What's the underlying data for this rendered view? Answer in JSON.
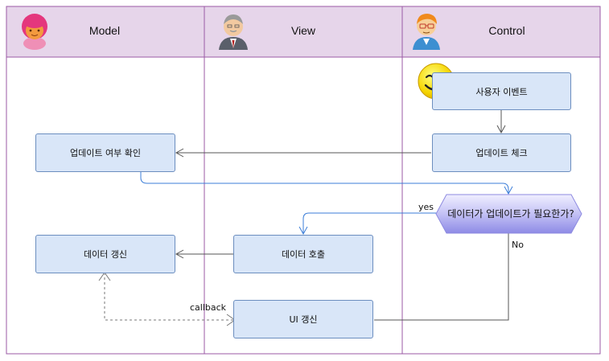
{
  "lanes": {
    "model": {
      "title": "Model",
      "avatar_icon": "woman-avatar-icon"
    },
    "view": {
      "title": "View",
      "avatar_icon": "old-man-avatar-icon"
    },
    "control": {
      "title": "Control",
      "avatar_icon": "man-glasses-avatar-icon"
    }
  },
  "nodes": {
    "user_event": "사용자 이벤트",
    "update_check": "업데이트 체크",
    "update_confirm": "업데이트 여부 확인",
    "decision": "데이터가 업데이트가 필요한가?",
    "data_update": "데이터 갱신",
    "data_call": "데이터 호출",
    "ui_update": "UI 갱신"
  },
  "edge_labels": {
    "yes": "yes",
    "no": "No",
    "callback": "callback"
  },
  "decoration": {
    "smiley_icon": "winking-smiley-icon"
  },
  "colors": {
    "header_bg": "#e6d5ea",
    "lane_border": "#9b5aa5",
    "box_fill": "#d9e6f8",
    "box_border": "#6c8ebf",
    "decision_fill": "#a8a6f0",
    "flow_line": "#3b7dd8",
    "connector": "#666666"
  }
}
